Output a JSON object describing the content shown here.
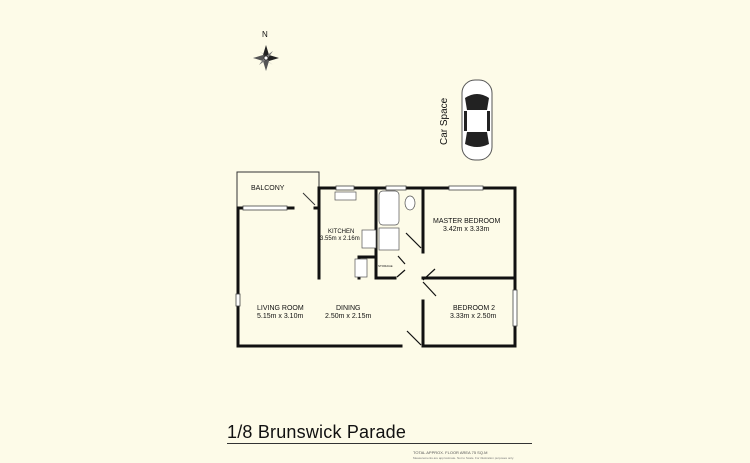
{
  "compass": {
    "label": "N"
  },
  "car_space": {
    "label": "Car Space"
  },
  "rooms": [
    {
      "name": "BALCONY",
      "dims": ""
    },
    {
      "name": "KITCHEN",
      "dims": "3.55m x 2.16m"
    },
    {
      "name": "MASTER BEDROOM",
      "dims": "3.42m x 3.33m"
    },
    {
      "name": "STORAGE",
      "dims": ""
    },
    {
      "name": "LIVING ROOM",
      "dims": "5.15m x 3.10m"
    },
    {
      "name": "DINING",
      "dims": "2.50m x 2.15m"
    },
    {
      "name": "BEDROOM 2",
      "dims": "3.33m x 2.50m"
    }
  ],
  "title": "1/8 Brunswick Parade",
  "floor_area": "TOTAL APPROX. FLOOR AREA   75 SQ.M",
  "disclaimer": "Measurements are approximate. Not to Scale. For illustration purposes only.",
  "colors": {
    "background": "#fdfbe8",
    "walls": "#111111"
  }
}
